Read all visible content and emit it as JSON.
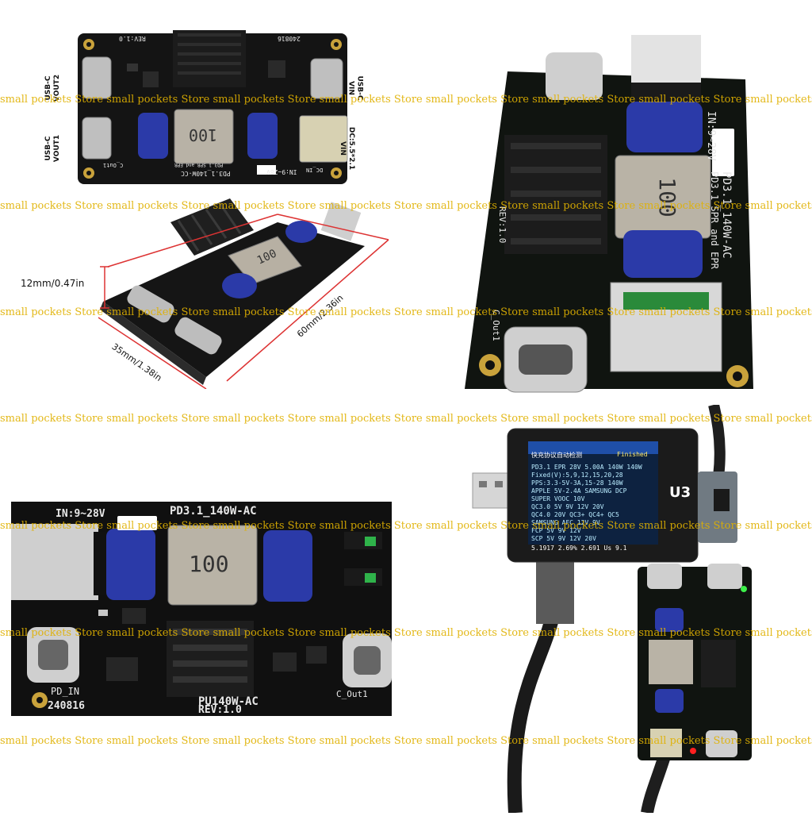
{
  "panel1": {
    "labels": {
      "usbc_vout2": [
        "USB-C",
        "VOUT2"
      ],
      "usbc_vout1": [
        "USB-C",
        "VOUT1"
      ],
      "usbc_vin": [
        "USB-C",
        "VIN"
      ],
      "dc_vin": [
        "DC:5.5*2.1",
        "VIN"
      ]
    },
    "silk": {
      "inductor": "100",
      "model": "PD3.1_140W-CC",
      "spr": "PD3.1 SPR and EPR",
      "in_range": "IN:9~28V",
      "rev": "REV:1.0",
      "date": "240816",
      "dc_in": "DC_IN",
      "c_out1": "C_Out1"
    }
  },
  "panel2": {
    "dimensions": {
      "height": "12mm/0.47in",
      "width": "35mm/1.38in",
      "length": "60mm/2.36in"
    },
    "silk": {
      "inductor": "100"
    }
  },
  "panel3": {
    "silk": {
      "in_range": "IN:9~28V",
      "model": "PD3.1_140W-AC",
      "spr": "PD3.1 SPR and EPR",
      "inductor": "100",
      "rev": "REV:1.0",
      "c_out": "C_Out1"
    }
  },
  "panel4": {
    "silk": {
      "in_range": "IN:9~28V",
      "model": "PD3.1_140W-AC",
      "inductor": "100",
      "pd_in": "PD_IN",
      "date": "240816",
      "board": "PU140W-AC",
      "rev": "REV:1.0",
      "c_out": "C_Out1"
    }
  },
  "panel5": {
    "tester_label": "U3",
    "screen": {
      "header": "快充协议自动检测",
      "status": "Finished",
      "lines": [
        "PD3.1 EPR 28V 5.00A 140W 140W",
        "Fixed(V):5,9,12,15,20,28",
        "PPS:3.3-5V-3A,15-28 140W",
        "APPLE 5V-2.4A SAMSUNG DCP",
        "SUPER VOOC 10V",
        "QC3.0 5V 9V 12V 20V",
        "QC4.0 20V QC3+ QC4+ QC5",
        "SAMSUNG AFC 12V 9V",
        "FCP 5V 9V 12V",
        "SCP 5V 9V 12V 20V"
      ],
      "footer": "5.1917   2.69%   2.691  Us 9.1"
    }
  },
  "watermark": {
    "text": "small pockets Store",
    "color": "#e0b100"
  }
}
